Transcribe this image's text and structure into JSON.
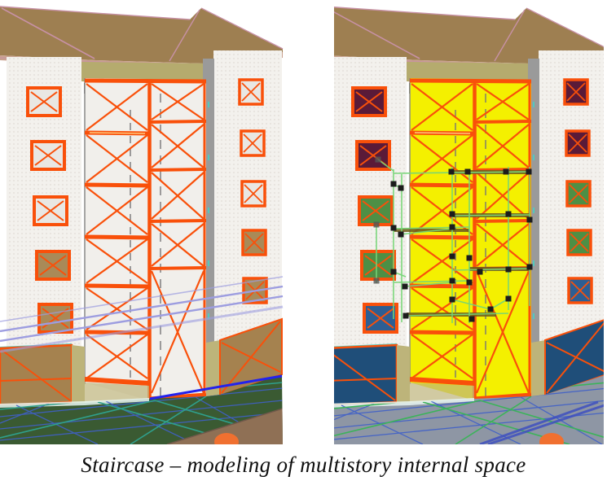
{
  "figure": {
    "caption": "Staircase – modeling of multistory internal space"
  },
  "panels": [
    {
      "name": "physical-model-view"
    },
    {
      "name": "analytical-model-view"
    }
  ],
  "colors": {
    "roof": "#9e7f51",
    "fascia": "#c9a18f",
    "ridge_pink": "#c791a5",
    "wall_white": "#f3f1ed",
    "wall_texture": "#ddd9d3",
    "soffit_olive": "#b5ab6e",
    "shadow_gray": "#6a6a6a",
    "gray_column": "#9a9a9a",
    "gray_band": "#c0c0c0",
    "frame_orange": "#f9500a",
    "stair_white": "#f1efeb",
    "stair_yellow": "#f4f000",
    "window_white": "#e9e7e3",
    "window_brown": "#a98a58",
    "window_maroon": "#5a1a38",
    "window_green": "#4e8f45",
    "window_blue": "#2d5e93",
    "lower_wall_brown": "#a5824f",
    "lower_wall_blue": "#1f4e79",
    "khaki_strip": "#bdb47a",
    "terrain_green": "#3a5a32",
    "terrain_gray": "#8e96a4",
    "grid_blue": "#4060c8",
    "grid_teal": "#2fa08c",
    "grid_green": "#3cb35a",
    "lavender_line": "#9d9de0",
    "edge_teal": "#55c8bc",
    "edge_blue": "#2222ee",
    "analytical_green": "#76d576",
    "node_black": "#1c1c1c",
    "node_gray": "#555555",
    "beam_olive": "#6f5d1e",
    "dirt_brown": "#8f7055",
    "band_blue": "#3f50c0",
    "blob_orange": "#f07030",
    "caption_color": "#101010",
    "background": "#ffffff"
  }
}
